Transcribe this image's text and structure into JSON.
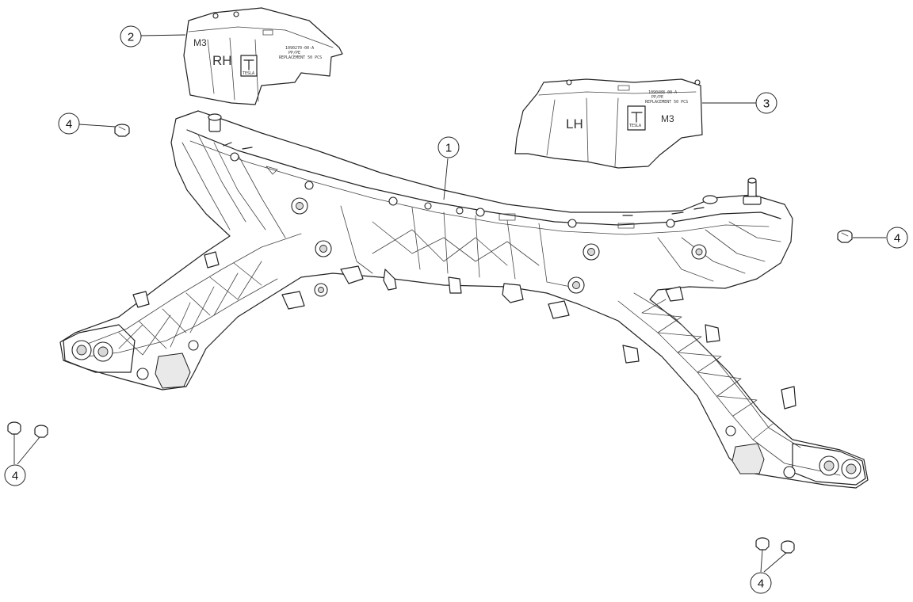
{
  "callouts": [
    {
      "id": "frame",
      "label": "1"
    },
    {
      "id": "shield-rh",
      "label": "2"
    },
    {
      "id": "shield-lh",
      "label": "3"
    },
    {
      "id": "bolt-single-left",
      "label": "4"
    },
    {
      "id": "bolt-single-right",
      "label": "4"
    },
    {
      "id": "bolt-pair-left",
      "label": "4"
    },
    {
      "id": "bolt-pair-bottom",
      "label": "4"
    }
  ],
  "parts": {
    "shield_rh": {
      "side": "RH",
      "model_mark": "M3",
      "logo": "TESLA",
      "part_text": "1090270-00-A",
      "material_text": "PP/PE",
      "recycle_text": "REPLACEMENT 50 PCS"
    },
    "shield_lh": {
      "side": "LH",
      "model_mark": "M3",
      "logo": "TESLA",
      "part_text": "1090488-00-A",
      "material_text": "PP/PE",
      "recycle_text": "REPLACEMENT 50 PCS"
    }
  },
  "colors": {
    "line": "#222222",
    "background": "#ffffff",
    "shade": "#e9e9e9"
  }
}
